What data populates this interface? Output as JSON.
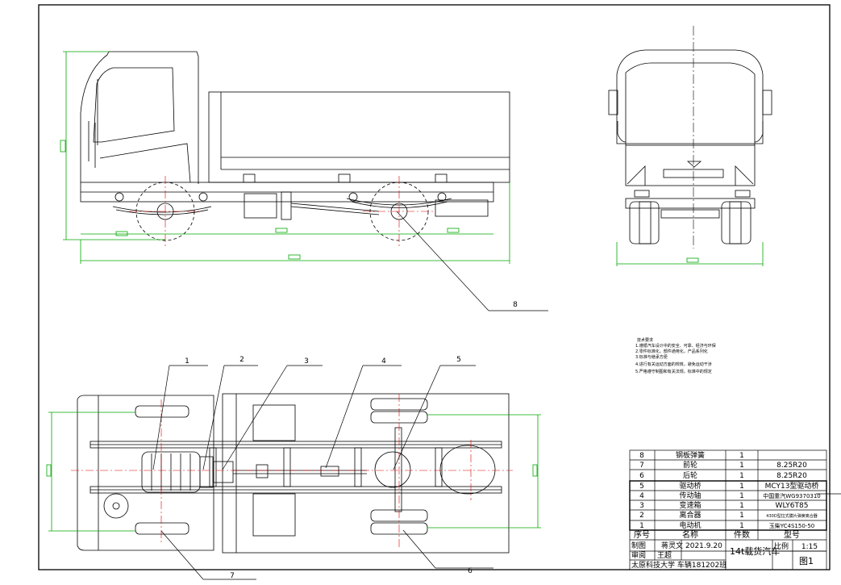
{
  "balloons": [
    {
      "no": "1"
    },
    {
      "no": "2"
    },
    {
      "no": "3"
    },
    {
      "no": "4"
    },
    {
      "no": "5"
    },
    {
      "no": "6"
    },
    {
      "no": "7"
    },
    {
      "no": "8"
    }
  ],
  "tech_requirements": [
    "技术要求",
    "1.遵循汽车设计中的安全、可靠、经济与环保",
    "2.零件标准化，部件通用化，产品系列化",
    "3.标准与继承方便",
    "4.进行有关运动方面的校核，避免运动干涉",
    "5.严格遵守制图和有关法规，标准中的规定"
  ],
  "parts": [
    {
      "no": "8",
      "name": "钢板弹簧",
      "qty": "1",
      "model": ""
    },
    {
      "no": "7",
      "name": "前轮",
      "qty": "1",
      "model": "8.25R20"
    },
    {
      "no": "6",
      "name": "后轮",
      "qty": "1",
      "model": "8.25R20"
    },
    {
      "no": "5",
      "name": "驱动桥",
      "qty": "1",
      "model": "MCY13型驱动桥"
    },
    {
      "no": "4",
      "name": "传动轴",
      "qty": "1",
      "model": "中国重汽WG9370310"
    },
    {
      "no": "3",
      "name": "变速箱",
      "qty": "1",
      "model": "WLY6T85"
    },
    {
      "no": "2",
      "name": "离合器",
      "qty": "1",
      "model": "430D型拉式膜片弹簧离合器"
    },
    {
      "no": "1",
      "name": "电动机",
      "qty": "1",
      "model": "玉柴YC4S150-50"
    }
  ],
  "table_header": {
    "no": "序号",
    "name": "名称",
    "qty": "件数",
    "model": "型号"
  },
  "title_block": {
    "drawn_label": "制图",
    "drawn_by": "蒋灵文",
    "date": "2021.9.20",
    "checked_label": "审阅",
    "checked_by": "王超",
    "project": "14t载货汽车",
    "scale_label": "比例",
    "scale": "1:15",
    "school": "太原科技大学  车辆181202班",
    "sheet": "图1"
  }
}
